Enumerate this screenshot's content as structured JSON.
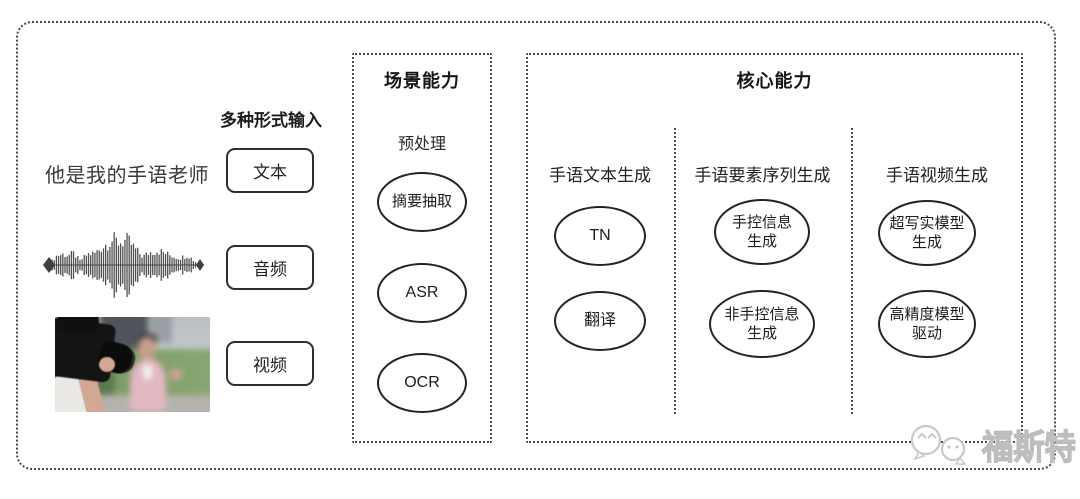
{
  "colors": {
    "line": "#4a4a4a",
    "text": "#1f1f1f",
    "watermark_gray": "#c8c8c8"
  },
  "input_section": {
    "header": "多种形式输入",
    "items": [
      {
        "label": "文本",
        "example": "sentence",
        "example_text": "他是我的手语老师"
      },
      {
        "label": "音频",
        "example": "audio-waveform-image"
      },
      {
        "label": "视频",
        "example": "camera-interview-photo"
      }
    ]
  },
  "scene_box": {
    "title": "场景能力",
    "subtitle": "预处理",
    "nodes": [
      "摘要抽取",
      "ASR",
      "OCR"
    ]
  },
  "core_box": {
    "title": "核心能力",
    "columns": [
      {
        "header": "手语文本生成",
        "nodes": [
          {
            "lines": [
              "TN"
            ]
          },
          {
            "lines": [
              "翻译"
            ]
          }
        ]
      },
      {
        "header": "手语要素序列生成",
        "nodes": [
          {
            "lines": [
              "手控信息",
              "生成"
            ]
          },
          {
            "lines": [
              "非手控信息",
              "生成"
            ]
          }
        ]
      },
      {
        "header": "手语视频生成",
        "nodes": [
          {
            "lines": [
              "超写实模型",
              "生成"
            ]
          },
          {
            "lines": [
              "高精度模型",
              "驱动"
            ]
          }
        ]
      }
    ]
  },
  "watermark": {
    "text": "福斯特",
    "icon": "chat-bubbles-logo"
  }
}
